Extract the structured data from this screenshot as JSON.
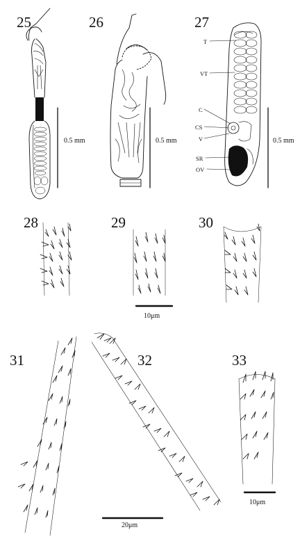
{
  "figure_numbers": [
    "25",
    "26",
    "27",
    "28",
    "29",
    "30",
    "31",
    "32",
    "33"
  ],
  "scale_bars": {
    "fig25": "0.5 mm",
    "fig26": "0.5 mm",
    "fig27": "0.5 mm",
    "figs28_30": "10μm",
    "figs31_32": "20μm",
    "fig33": "10μm"
  },
  "fig27_labels": [
    "T",
    "VT",
    "C",
    "CS",
    "V",
    "SR",
    "OV"
  ]
}
